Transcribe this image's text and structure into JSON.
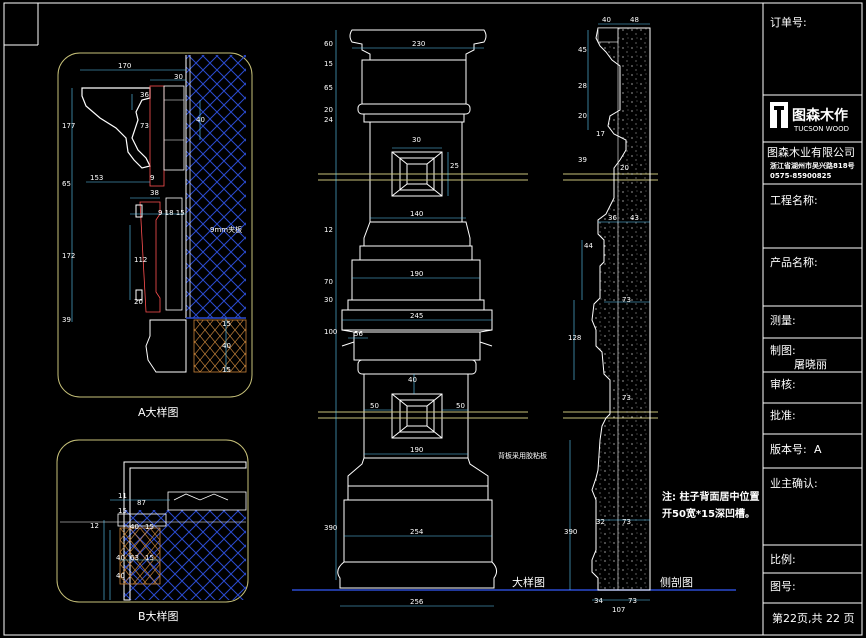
{
  "title_block": {
    "order_no_label": "订单号:",
    "brand_name": "图森木作",
    "brand_en": "TUCSON WOOD",
    "company": "图森木业有限公司",
    "address": "浙江省湖州市吴兴路818号",
    "phone": "0575-85900825",
    "project_label": "工程名称:",
    "product_label": "产品名称:",
    "survey_label": "测量:",
    "drawer_label": "制图:",
    "drawer_value": "屠晓丽",
    "review_label": "审核:",
    "approve_label": "批准:",
    "version_label": "版本号:",
    "version_value": "A",
    "owner_confirm_label": "业主确认:",
    "scale_label": "比例:",
    "drawing_no_label": "图号:",
    "page_label": "第22页,共 22 页"
  },
  "captions": {
    "detail_a": "A大样图",
    "detail_b": "B大样图",
    "elevation": "大样图",
    "section": "侧剖图",
    "note": [
      "注: 柱子背面居中位置",
      "开50宽*15深凹槽。"
    ],
    "material_note": "9mm夹板",
    "material_note2": "背板采用胶粘板"
  },
  "dims": {
    "a_top": "170",
    "a_30": "30",
    "a_36": "36",
    "a_73": "73",
    "a_40": "40",
    "a_177": "177",
    "a_65": "65",
    "a_153": "153",
    "a_38": "38",
    "a_9": "9",
    "a_181815": "9 18 15",
    "a_172": "172",
    "a_112": "112",
    "a_20": "20",
    "a_39": "39",
    "a_15a": "15",
    "a_40b": "40",
    "a_15b": "15",
    "b_11": "11",
    "b_87": "87",
    "b_15": "15",
    "b_12": "12",
    "b_40": "40",
    "b_15b": "15",
    "b_63": "63",
    "b_15c": "15",
    "b_40b": "40",
    "b_40c": "40",
    "e_230": "230",
    "e_60": "60",
    "e_15": "15",
    "e_65": "65",
    "e_20": "20",
    "e_24": "24",
    "e_25": "25",
    "e_30": "30",
    "e_140": "140",
    "e_12": "12",
    "e_70": "70",
    "e_30b": "30",
    "e_190": "190",
    "e_245": "245",
    "e_100": "100",
    "e_56": "56",
    "e_40": "40",
    "e_50a": "50",
    "e_50b": "50",
    "e_190b": "190",
    "e_254": "254",
    "e_390": "390",
    "e_256": "256",
    "s_40": "40",
    "s_48": "48",
    "s_45": "45",
    "s_28": "28",
    "s_20": "20",
    "s_17": "17",
    "s_20b": "20",
    "s_39": "39",
    "s_36": "36",
    "s_43": "43",
    "s_44": "44",
    "s_73": "73",
    "s_128": "128",
    "s_73b": "73",
    "s_32": "32",
    "s_73c": "73",
    "s_390": "390",
    "s_34": "34",
    "s_107": "107",
    "s_73d": "73"
  }
}
